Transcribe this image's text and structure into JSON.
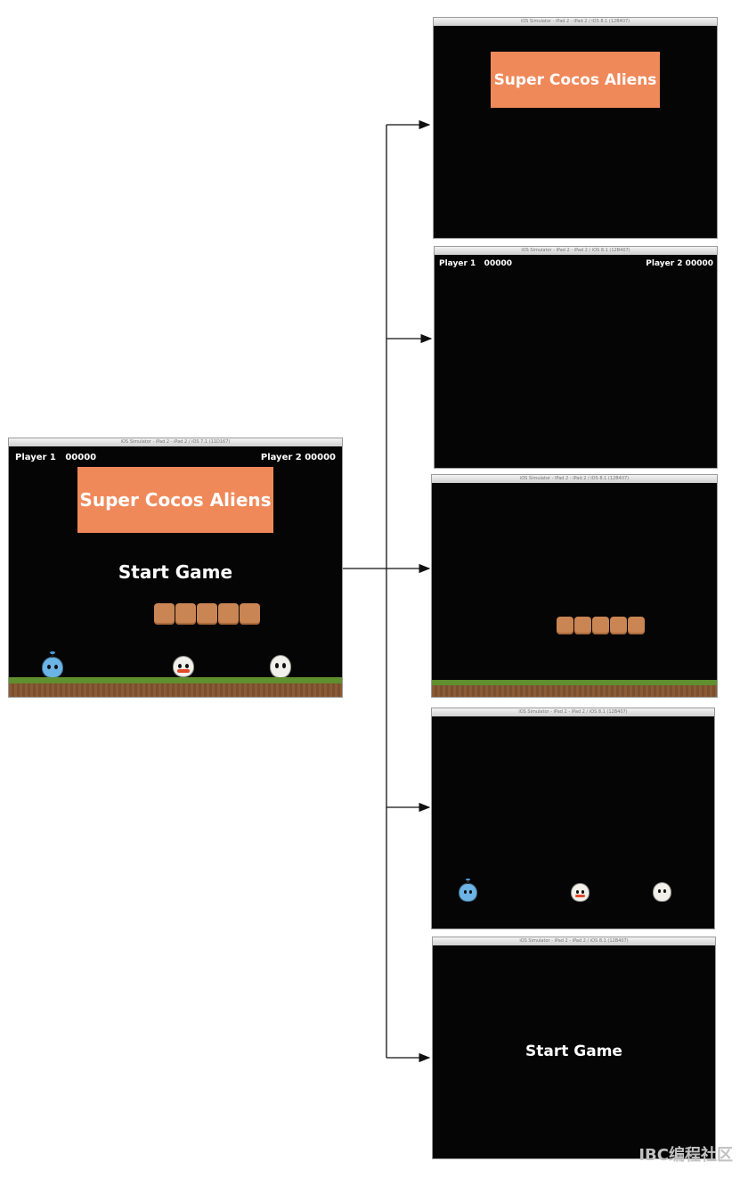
{
  "main": {
    "titlebar": "iOS Simulator - iPad 2 - iPad 2 / iOS 7.1 (11D167)",
    "player1": "Player 1   00000",
    "player2": "Player 2 00000",
    "banner": "Super Cocos Aliens",
    "start": "Start Game"
  },
  "layers": {
    "title_layer": {
      "titlebar": "iOS Simulator - iPad 2 - iPad 2 / iOS 8.1 (12B407)",
      "banner": "Super Cocos Aliens"
    },
    "hud_layer": {
      "titlebar": "iOS Simulator - iPad 2 - iPad 2 / iOS 8.1 (12B407)",
      "player1": "Player 1   00000",
      "player2": "Player 2 00000"
    },
    "level_layer": {
      "titlebar": "iOS Simulator - iPad 2 - iPad 2 / iOS 8.1 (12B407)"
    },
    "aliens_layer": {
      "titlebar": "iOS Simulator - iPad 2 - iPad 2 / iOS 8.1 (12B407)"
    },
    "menu_layer": {
      "titlebar": "iOS Simulator - iPad 2 - iPad 2 / iOS 8.1 (12B407)",
      "start": "Start Game"
    }
  },
  "colors": {
    "banner": "#f0895a",
    "brick": "#c98553",
    "grass": "#5f8f2e",
    "alien_blue": "#6cb4e6",
    "alien_red": "#e24a2a",
    "alien_white": "#f2f0ea"
  },
  "watermark": "IBC编程社区"
}
